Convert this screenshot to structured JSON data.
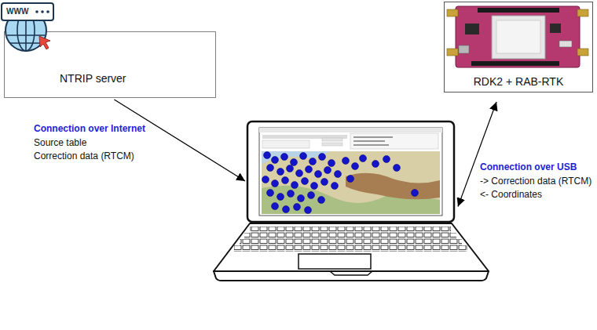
{
  "diagram": {
    "nodes": [
      {
        "text": [
          "NTRIP server"
        ]
      },
      {
        "text": [
          "RDK2 + RAB-RTK"
        ]
      },
      {
        "text": []
      }
    ],
    "edges": [
      {
        "from": 0,
        "to": 2,
        "arrow": "to"
      },
      {
        "from": 1,
        "to": 2,
        "arrow": "both"
      }
    ],
    "labels": [
      "WWW",
      "Connection over Internet",
      "Source table",
      "Correction data (RTCM)",
      "Connection over USB",
      "-> Correction data (RTCM)",
      "<- Coordinates"
    ]
  }
}
